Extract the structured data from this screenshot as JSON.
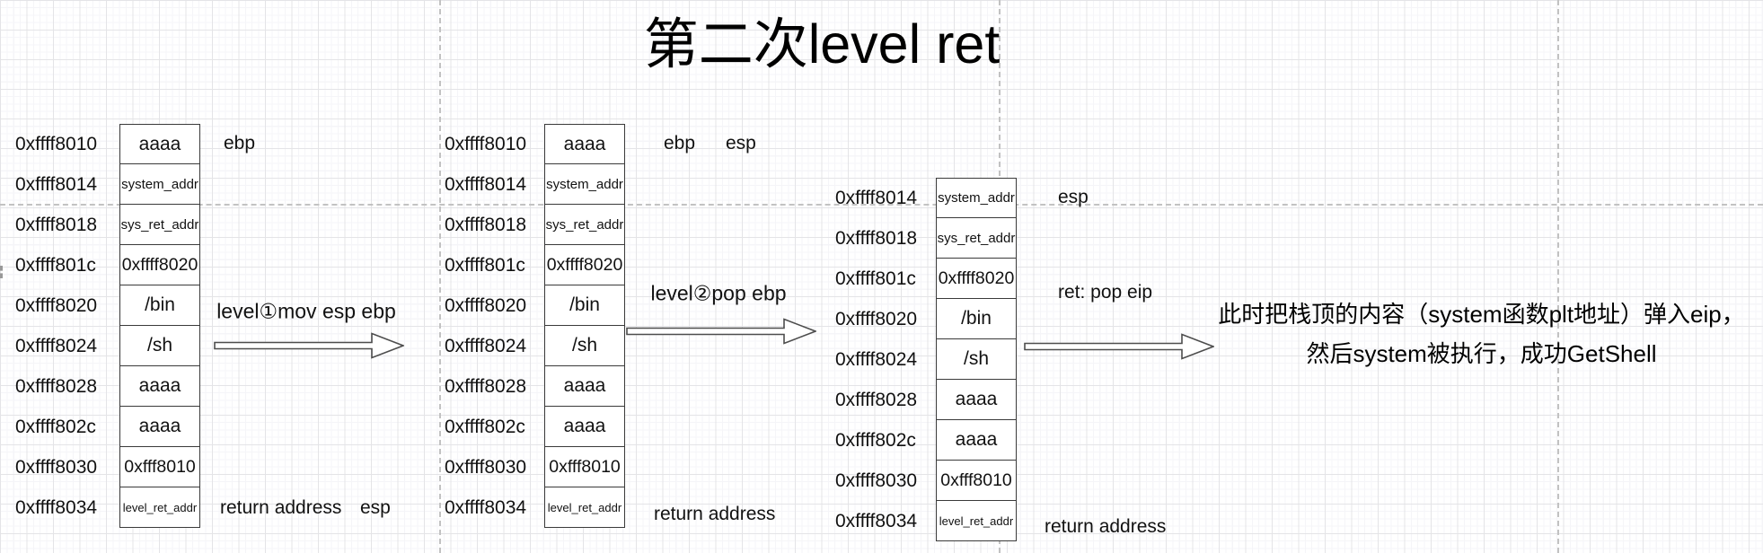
{
  "title": "第二次level ret",
  "stacks": [
    {
      "rows": [
        {
          "addr": "0xffff8010",
          "value": "aaaa"
        },
        {
          "addr": "0xffff8014",
          "value": "system_addr"
        },
        {
          "addr": "0xffff8018",
          "value": "sys_ret_addr"
        },
        {
          "addr": "0xffff801c",
          "value": "0xffff8020"
        },
        {
          "addr": "0xffff8020",
          "value": "/bin"
        },
        {
          "addr": "0xffff8024",
          "value": "/sh"
        },
        {
          "addr": "0xffff8028",
          "value": "aaaa"
        },
        {
          "addr": "0xffff802c",
          "value": "aaaa"
        },
        {
          "addr": "0xffff8030",
          "value": "0xfff8010"
        },
        {
          "addr": "0xffff8034",
          "value": "level_ret_addr"
        }
      ]
    },
    {
      "rows": [
        {
          "addr": "0xffff8010",
          "value": "aaaa"
        },
        {
          "addr": "0xffff8014",
          "value": "system_addr"
        },
        {
          "addr": "0xffff8018",
          "value": "sys_ret_addr"
        },
        {
          "addr": "0xffff801c",
          "value": "0xffff8020"
        },
        {
          "addr": "0xffff8020",
          "value": "/bin"
        },
        {
          "addr": "0xffff8024",
          "value": "/sh"
        },
        {
          "addr": "0xffff8028",
          "value": "aaaa"
        },
        {
          "addr": "0xffff802c",
          "value": "aaaa"
        },
        {
          "addr": "0xffff8030",
          "value": "0xfff8010"
        },
        {
          "addr": "0xffff8034",
          "value": "level_ret_addr"
        }
      ]
    },
    {
      "rows": [
        {
          "addr": "0xffff8014",
          "value": "system_addr"
        },
        {
          "addr": "0xffff8018",
          "value": "sys_ret_addr"
        },
        {
          "addr": "0xffff801c",
          "value": "0xffff8020"
        },
        {
          "addr": "0xffff8020",
          "value": "/bin"
        },
        {
          "addr": "0xffff8024",
          "value": "/sh"
        },
        {
          "addr": "0xffff8028",
          "value": "aaaa"
        },
        {
          "addr": "0xffff802c",
          "value": "aaaa"
        },
        {
          "addr": "0xffff8030",
          "value": "0xfff8010"
        },
        {
          "addr": "0xffff8034",
          "value": "level_ret_addr"
        }
      ]
    }
  ],
  "labels": {
    "s1_ebp": "ebp",
    "s1_return": "return address",
    "s1_esp": "esp",
    "s2_ebp": "ebp",
    "s2_esp": "esp",
    "s2_return": "return address",
    "s3_esp": "esp",
    "s3_ret_pop": "ret: pop eip",
    "s3_return": "return address"
  },
  "arrows": {
    "step1_label": "level①mov esp ebp",
    "step2_label": "level②pop ebp"
  },
  "annotation": {
    "line1": "此时把栈顶的内容（system函数plt地址）弹入eip，",
    "line2": "然后system被执行，成功GetShell"
  }
}
